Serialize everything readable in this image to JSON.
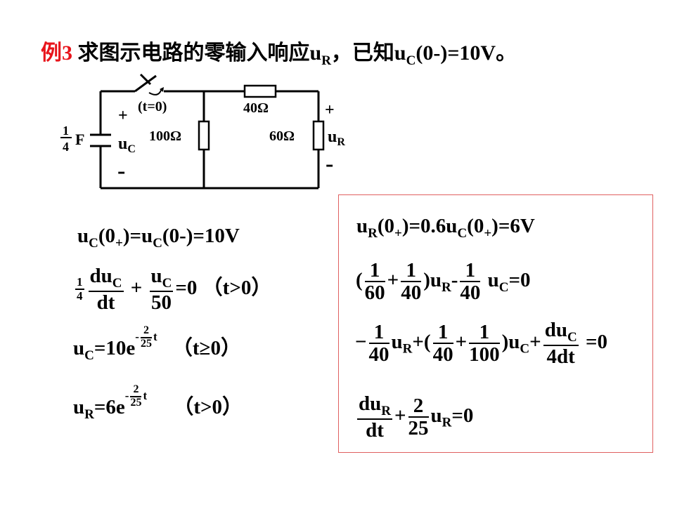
{
  "title": {
    "example": "例3",
    "text_a": " 求图示电路的零输入响应u",
    "sub_r": "R",
    "text_b": "，已知u",
    "sub_c": "C",
    "text_c": "(0-)=10V。"
  },
  "circuit": {
    "switch_label": "(t=0)",
    "r40": "40Ω",
    "r100": "100Ω",
    "r60": "60Ω",
    "cap_num": "1",
    "cap_den": "4",
    "cap_unit": "F",
    "plus": "+",
    "minus": "-",
    "uc": "u",
    "uc_sub": "C",
    "ur": "u",
    "ur_sub": "R"
  },
  "left_eqs": {
    "eq1_a": "u",
    "eq1_b": "C",
    "eq1_c": "(0",
    "eq1_d": "+",
    "eq1_e": ")=u",
    "eq1_f": "C",
    "eq1_g": "(0-)=10V",
    "eq2_n1": "1",
    "eq2_d1": "4",
    "eq2_n2": "du",
    "eq2_n2s": "C",
    "eq2_d2": "dt",
    "eq2_plus": "+",
    "eq2_n3": "u",
    "eq2_n3s": "C",
    "eq2_d3": "50",
    "eq2_tail": "=0 （t>0）",
    "eq3_a": "u",
    "eq3_b": "C",
    "eq3_c": "=10e",
    "eq3_exp_sign": "-",
    "eq3_exp_num": "2",
    "eq3_exp_den": "25",
    "eq3_exp_t": "t",
    "eq3_tail": "（t≥0）",
    "eq4_a": "u",
    "eq4_b": "R",
    "eq4_c": "=6e",
    "eq4_exp_sign": "-",
    "eq4_exp_num": "2",
    "eq4_exp_den": "25",
    "eq4_exp_t": "t",
    "eq4_tail": "（t>0）"
  },
  "box_eqs": {
    "b1_a": "u",
    "b1_b": "R",
    "b1_c": "(0",
    "b1_d": "+",
    "b1_e": ")=0.6u",
    "b1_f": "C",
    "b1_g": "(0",
    "b1_h": "+",
    "b1_i": ")=6V",
    "b2_open": "(",
    "b2_n1": "1",
    "b2_d1": "60",
    "b2_plus": "+",
    "b2_n2": "1",
    "b2_d2": "40",
    "b2_close": ")u",
    "b2_sub": "R",
    "b2_minus": "-",
    "b2_n3": "1",
    "b2_d3": "40",
    "b2_uc": "u",
    "b2_ucs": "C",
    "b2_tail": "=0",
    "b3_minus": "−",
    "b3_n1": "1",
    "b3_d1": "40",
    "b3_ur": "u",
    "b3_urs": "R",
    "b3_plusopen": "+(",
    "b3_n2": "1",
    "b3_d2": "40",
    "b3_plus": "+",
    "b3_n3": "1",
    "b3_d3": "100",
    "b3_close": ")u",
    "b3_closes": "C",
    "b3_plus2": "+",
    "b3_n4": "du",
    "b3_n4s": "C",
    "b3_d4": "4dt",
    "b3_tail": "=0",
    "b4_n1": "du",
    "b4_n1s": "R",
    "b4_d1": "dt",
    "b4_plus": "+",
    "b4_n2": "2",
    "b4_d2": "25",
    "b4_ur": "u",
    "b4_urs": "R",
    "b4_tail": "=0"
  }
}
